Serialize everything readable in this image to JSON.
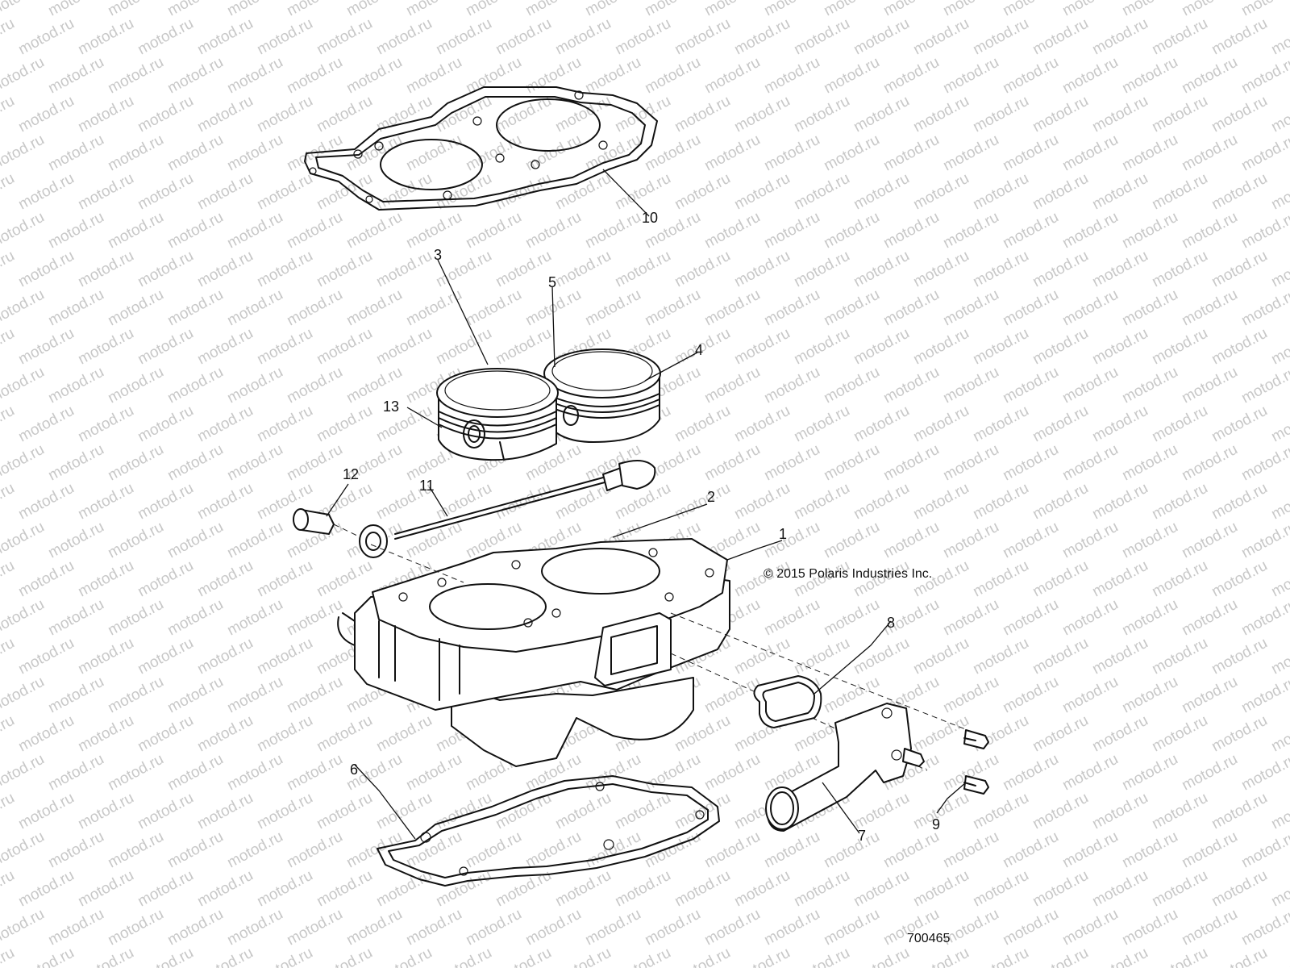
{
  "watermark": "motod.ru",
  "copyright": "© 2015 Polaris Industries Inc.",
  "diagram_number": "700465",
  "callouts": [
    "1",
    "2",
    "3",
    "4",
    "5",
    "6",
    "7",
    "8",
    "9",
    "10",
    "11",
    "12",
    "13"
  ]
}
